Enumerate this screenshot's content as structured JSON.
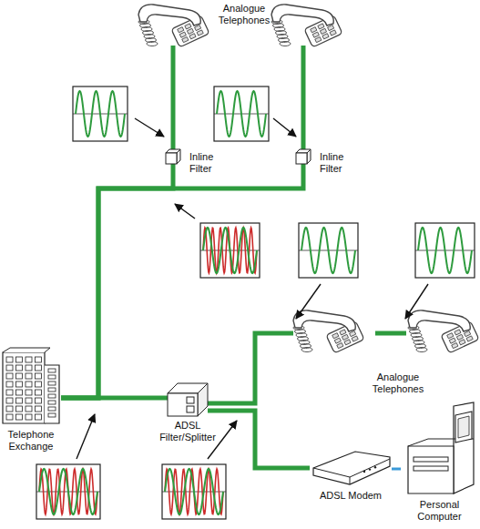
{
  "diagram": {
    "nodes": [
      {
        "text": [
          "Inline Filter"
        ]
      },
      {
        "text": [
          "Inline Filter"
        ]
      },
      {
        "text": [
          "Telephone Exchange"
        ]
      },
      {
        "text": [
          "ADSL Filter/Splitter"
        ]
      },
      {
        "text": [
          "ADSL Modem"
        ]
      },
      {
        "text": [
          "Personal Computer"
        ]
      }
    ],
    "edges": [
      {
        "from": 2,
        "to": 0,
        "arrow": "none"
      },
      {
        "from": 2,
        "to": 1,
        "arrow": "none"
      },
      {
        "from": 2,
        "to": 3,
        "arrow": "none"
      },
      {
        "from": 3,
        "to": 4,
        "arrow": "none"
      },
      {
        "from": 4,
        "to": 5,
        "arrow": "none"
      }
    ],
    "labels": [
      "Analogue Telephones",
      "Analogue Telephones"
    ]
  }
}
